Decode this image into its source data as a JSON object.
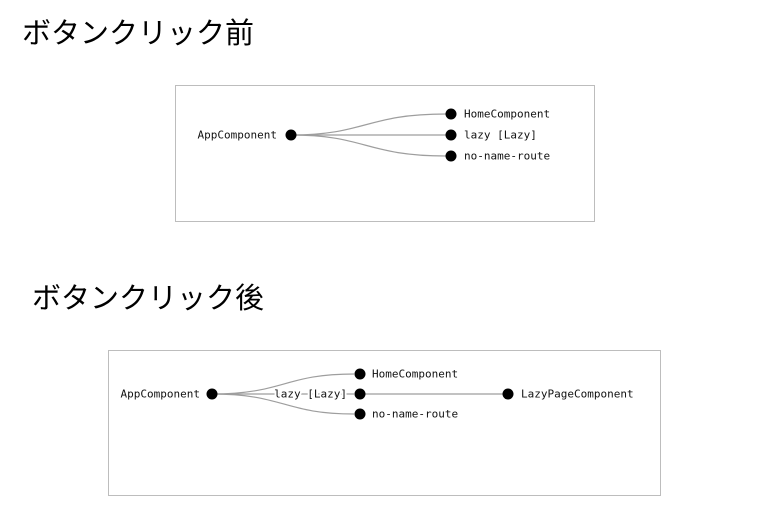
{
  "before": {
    "heading": "ボタンクリック前",
    "nodes": {
      "root": "AppComponent",
      "home": "HomeComponent",
      "lazy": "lazy [Lazy]",
      "noname": "no-name-route"
    }
  },
  "after": {
    "heading": "ボタンクリック後",
    "nodes": {
      "root": "AppComponent",
      "home": "HomeComponent",
      "lazy": "lazy [Lazy]",
      "noname": "no-name-route",
      "lazypage": "LazyPageComponent"
    }
  },
  "colors": {
    "node": "#000000",
    "edge": "#9e9e9e",
    "border": "#bdbdbd"
  }
}
